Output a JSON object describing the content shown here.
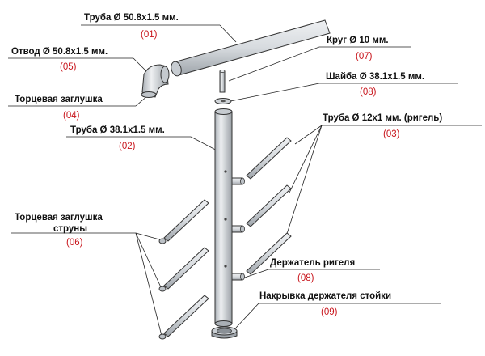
{
  "colors": {
    "label": "#111111",
    "number": "#c8141b",
    "metal": "#d9dde1"
  },
  "parts": {
    "p01": {
      "label": "Труба Ø 50.8x1.5 мм.",
      "num": "(01)"
    },
    "p05": {
      "label": "Отвод Ø 50.8x1.5 мм.",
      "num": "(05)"
    },
    "p07": {
      "label": "Круг Ø 10 мм.",
      "num": "(07)"
    },
    "p08a": {
      "label": "Шайба Ø 38.1x1.5 мм.",
      "num": "(08)"
    },
    "p04": {
      "label": "Торцевая заглушка",
      "num": "(04)"
    },
    "p02": {
      "label": "Труба Ø 38.1x1.5 мм.",
      "num": "(02)"
    },
    "p03": {
      "label": "Труба Ø 12x1 мм. (ригель)",
      "num": "(03)"
    },
    "p06": {
      "label_line1": "Торцевая заглушка",
      "label_line2": "струны",
      "num": "(06)"
    },
    "p08b": {
      "label": "Держатель ригеля",
      "num": "(08)"
    },
    "p09": {
      "label": "Накрывка держателя стойки",
      "num": "(09)"
    }
  }
}
